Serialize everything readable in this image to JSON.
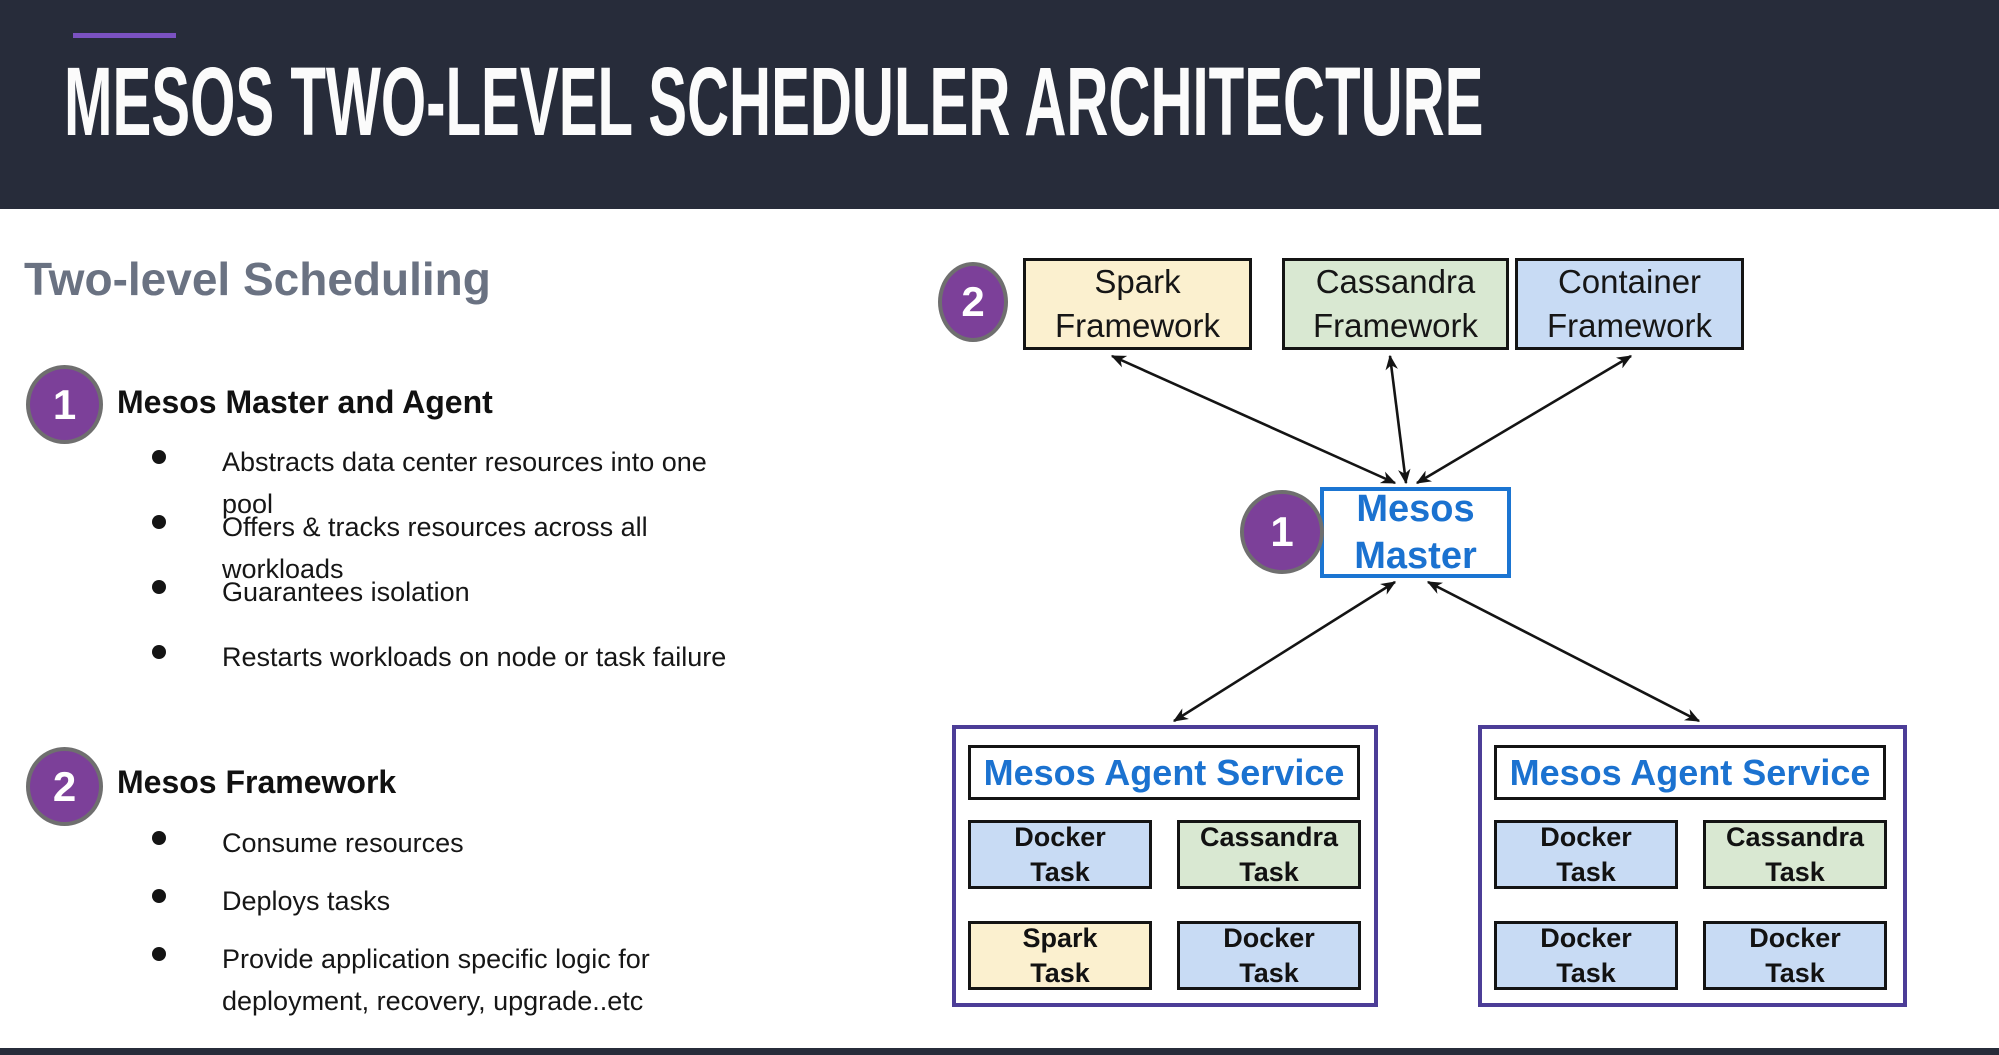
{
  "header": {
    "title": "MESOS TWO-LEVEL SCHEDULER ARCHITECTURE",
    "background_color": "#272C3A",
    "accent_line_color": "#7B52C1"
  },
  "left_panel": {
    "heading": "Two-level Scheduling",
    "heading_color": "#6A7282",
    "sections": [
      {
        "number": "1",
        "heading": "Mesos Master and Agent",
        "bullets": [
          "Abstracts data center resources into one pool",
          "Offers & tracks resources across all workloads",
          "Guarantees isolation",
          "Restarts workloads on node or task failure"
        ]
      },
      {
        "number": "2",
        "heading": "Mesos Framework",
        "bullets": [
          "Consume resources",
          "Deploys tasks",
          "Provide application specific logic for deployment, recovery, upgrade..etc"
        ]
      }
    ]
  },
  "diagram": {
    "badge_color": "#7C4099",
    "frameworks_badge": "2",
    "master_badge": "1",
    "frameworks": [
      {
        "label": "Spark Framework",
        "fill": "yellow",
        "color": "#FBF0CF"
      },
      {
        "label": "Cassandra Framework",
        "fill": "green",
        "color": "#D9E8D2"
      },
      {
        "label": "Container Framework",
        "fill": "blue",
        "color": "#C8DBF4"
      }
    ],
    "master": {
      "label": "Mesos Master",
      "border_color": "#1B75D2",
      "text_color": "#1B72D0"
    },
    "agent_border_color": "#4C3D97",
    "agents": [
      {
        "title": "Mesos Agent Service",
        "tasks": [
          {
            "l1": "Docker",
            "l2": "Task",
            "fill": "blue",
            "color": "#C8DBF4"
          },
          {
            "l1": "Cassandra",
            "l2": "Task",
            "fill": "green",
            "color": "#D9E8D2"
          },
          {
            "l1": "Spark",
            "l2": "Task",
            "fill": "yellow",
            "color": "#FBF0CF"
          },
          {
            "l1": "Docker",
            "l2": "Task",
            "fill": "blue",
            "color": "#C8DBF4"
          }
        ]
      },
      {
        "title": "Mesos Agent Service",
        "tasks": [
          {
            "l1": "Docker",
            "l2": "Task",
            "fill": "blue",
            "color": "#C8DBF4"
          },
          {
            "l1": "Cassandra",
            "l2": "Task",
            "fill": "green",
            "color": "#D9E8D2"
          },
          {
            "l1": "Docker",
            "l2": "Task",
            "fill": "blue",
            "color": "#C8DBF4"
          },
          {
            "l1": "Docker",
            "l2": "Task",
            "fill": "blue",
            "color": "#C8DBF4"
          }
        ]
      }
    ]
  }
}
